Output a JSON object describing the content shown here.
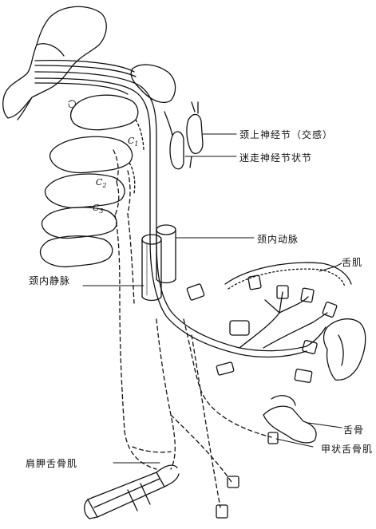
{
  "labels": {
    "sup_cervical_ganglion": "颈上神经节（交感）",
    "vagus_nodose_ganglion": "迷走神经节状节",
    "internal_carotid": "颈内动脉",
    "tongue_muscles": "舌肌",
    "internal_jugular": "颈内静脉",
    "hyoid_bone": "舌骨",
    "thyrohyoid": "甲状舌骨肌",
    "omohyoid": "肩胛舌骨肌"
  },
  "vertebra_labels": {
    "c1": "C",
    "c1_sub": "1",
    "c2": "C",
    "c2_sub": "2",
    "c3": "C",
    "c3_sub": "3"
  }
}
